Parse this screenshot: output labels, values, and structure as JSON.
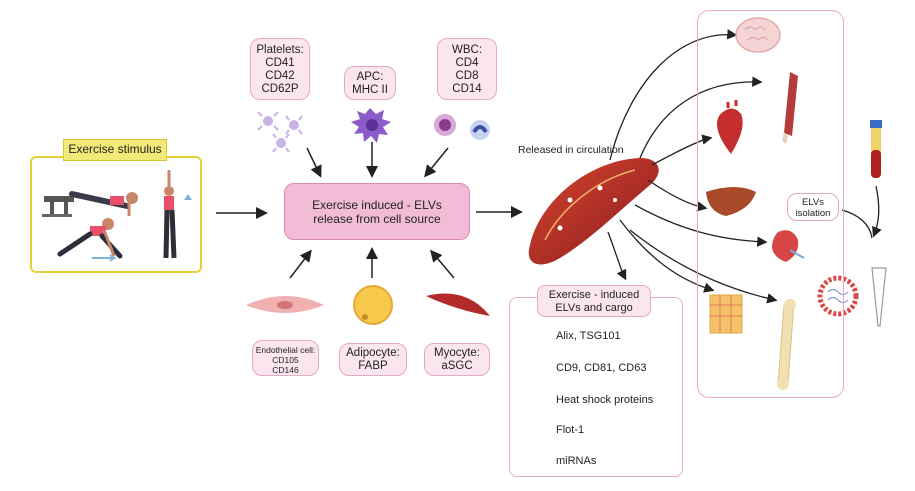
{
  "exercise_stimulus": {
    "label": "Exercise stimulus"
  },
  "sources": {
    "platelets": {
      "lines": [
        "Platelets:",
        "CD41",
        "CD42",
        "CD62P"
      ]
    },
    "apc": {
      "lines": [
        "APC:",
        "MHC II"
      ]
    },
    "wbc": {
      "lines": [
        "WBC:",
        "CD4",
        "CD8",
        "CD14"
      ]
    },
    "endothelial": {
      "lines": [
        "Endothelial cell:",
        "CD105",
        "CD146"
      ]
    },
    "adipocyte": {
      "lines": [
        "Adipocyte:",
        "FABP"
      ]
    },
    "myocyte": {
      "lines": [
        "Myocyte:",
        "aSGC"
      ]
    }
  },
  "center": {
    "lines": [
      "Exercise induced - ELVs",
      "release from cell source"
    ]
  },
  "circulation": {
    "label": "Released in circulation"
  },
  "isolation": {
    "lines": [
      "ELVs",
      "isolation"
    ]
  },
  "cargo": {
    "title_lines": [
      "Exercise - induced",
      "ELVs and cargo"
    ],
    "items": [
      {
        "label": "Alix, TSG101",
        "icon": "green-oval-icon",
        "color": "#5dd35d"
      },
      {
        "label": "CD9, CD81, CD63",
        "icon": "tetraspanin-icon",
        "color": "#ef8a6a"
      },
      {
        "label": "Heat shock proteins",
        "icon": "hsp-icon",
        "color": "#3a62b8"
      },
      {
        "label": "Flot-1",
        "icon": "flotillin-icon",
        "color": "#6a3aa2"
      },
      {
        "label": "miRNAs",
        "icon": "mirna-icon",
        "color": "#8fa4d6"
      }
    ]
  },
  "colors": {
    "pink_fill": "#fbe6f0",
    "pink_border": "#e6a9c6",
    "center_fill": "#f2bcd6",
    "stimulus_yellow": "#f3e979"
  }
}
